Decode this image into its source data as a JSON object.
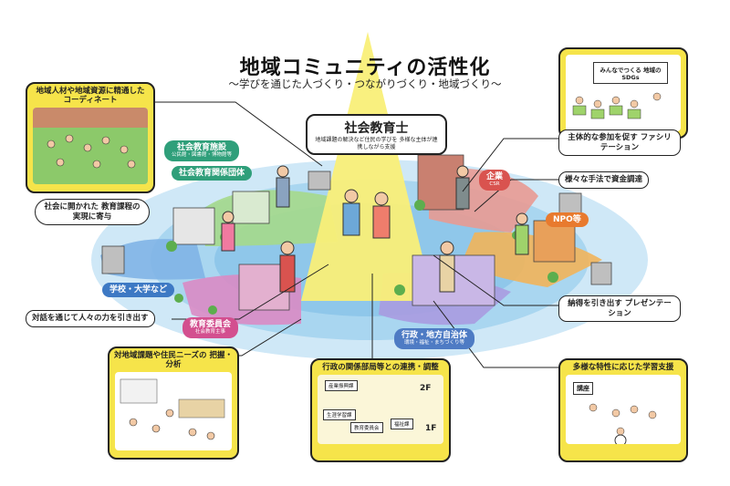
{
  "header": {
    "title": "地域コミュニティの活性化",
    "subtitle": "〜学びを通じた人づくり・つながりづくり・地域づくり〜"
  },
  "center": {
    "title": "社会教育士",
    "desc": "地域課題の解決など住民の学びを 多様な主体が連携しながら支援"
  },
  "zones": {
    "facility": {
      "label": "社会教育施設",
      "sub": "公民館・図書館・博物館等"
    },
    "group": {
      "label": "社会教育関係団体"
    },
    "company": {
      "label": "企業",
      "sub": "CSR"
    },
    "npo": {
      "label": "NPO等"
    },
    "school": {
      "label": "学校・大学など"
    },
    "board": {
      "label": "教育委員会",
      "sub": "社会教育主事"
    },
    "gov": {
      "label": "行政・地方自治体",
      "sub": "環境・福祉・まちづくり等"
    }
  },
  "callouts": {
    "coordinate": "地域人材や地域資源に精通した コーディネート",
    "open_curriculum": "社会に開かれた 教育課程の実現に寄与",
    "dialogue": "対話を通じて人々の力を引き出す",
    "facilitation": "主体的な参加を促す ファシリテーション",
    "funding": "様々な手法で資金調達",
    "presentation": "納得を引き出す プレゼンテーション",
    "analysis": "対地域課題や住民ニーズの 把握・分析",
    "coordination": "行政の関係部局等との連携・調整",
    "learning_support": "多様な特性に応じた学習支援"
  },
  "scene_text": {
    "sdgs_board": "みんなでつくる 地域のSDGs",
    "room_1": "産業振興課",
    "room_2": "生涯学習課",
    "room_3": "教育委員会",
    "room_4": "福祉課",
    "floor_2f": "2F",
    "floor_1f": "1F",
    "lecture": "講座"
  },
  "colors": {
    "yellow": "#f6e44a",
    "green": "#4fb36b",
    "blue": "#3d8fd1",
    "orange": "#e87a2e",
    "pink": "#e55c8a",
    "purple": "#7b54a8",
    "teal": "#2f9f9a"
  }
}
